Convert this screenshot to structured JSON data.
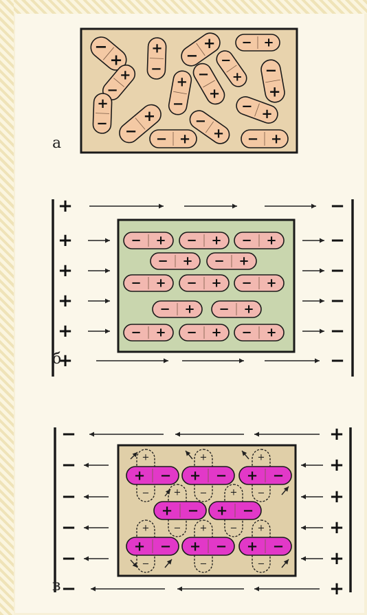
{
  "labels": {
    "a": "а",
    "b": "б",
    "c": "в"
  },
  "symbols": {
    "plus": "+",
    "minus": "−"
  },
  "colors": {
    "frame": "#1a1a1a",
    "panel_a_fill": "#e8d3ad",
    "panel_b_fill": "#c9d6ae",
    "panel_c_fill": "#e0cfa8",
    "molecule_light": "#f4c9a4",
    "molecule_pink": "#f2b8b0",
    "molecule_magenta": "#e238c8",
    "arrow": "#222222"
  }
}
